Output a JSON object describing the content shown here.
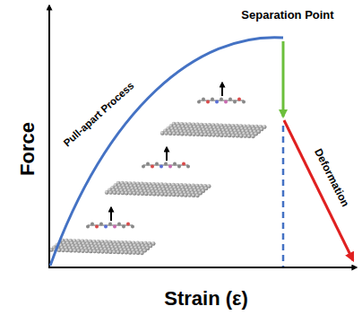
{
  "diagram": {
    "labels": [
      "Separation Point",
      "Pull-apart Process",
      "Deformation",
      "Force",
      "Strain (ε)"
    ]
  }
}
